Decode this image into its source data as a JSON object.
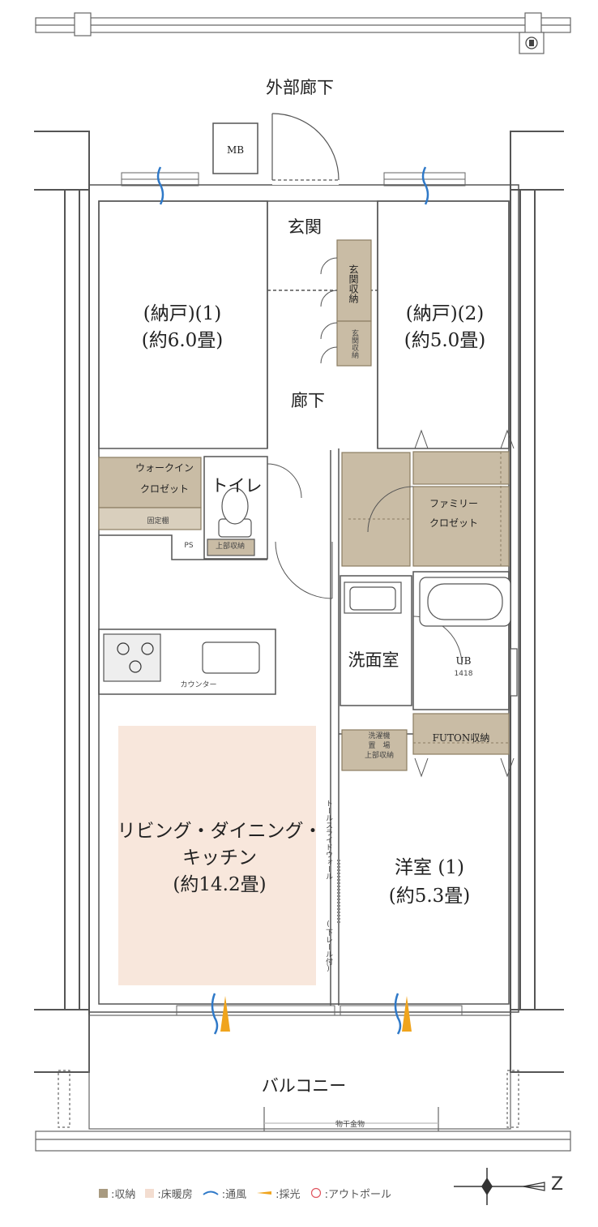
{
  "rooms": {
    "corridor_outside": "外部廊下",
    "mb": "MB",
    "entrance": "玄関",
    "entrance_storage_1": "玄関収納",
    "entrance_storage_2": "玄関収納",
    "storage_room_1_name": "(納戸)(1)",
    "storage_room_1_size": "(約6.0畳)",
    "storage_room_2_name": "(納戸)(2)",
    "storage_room_2_size": "(約5.0畳)",
    "hallway": "廊下",
    "walk_in_closet_1": "ウォークイン",
    "walk_in_closet_2": "クロゼット",
    "fixed_shelf": "固定棚",
    "toilet": "トイレ",
    "ps": "PS",
    "upper_storage_toilet": "上部収納",
    "family_closet_1": "ファミリー",
    "family_closet_2": "クロゼット",
    "washroom": "洗面室",
    "ub": "UB",
    "ub_size": "1418",
    "laundry_1": "洗濯機",
    "laundry_2": "置　場",
    "laundry_3": "上部収納",
    "futon_storage": "FUTON収納",
    "counter": "カウンター",
    "ldk_1": "リビング・ダイニング・",
    "ldk_2": "キッチン",
    "ldk_size": "(約14.2畳)",
    "tall_slide_wall": "トールスライドウォール",
    "with_rail": "(下レール付)",
    "western_room_name": "洋室 (1)",
    "western_room_size": "(約5.3畳)",
    "balcony": "バルコニー",
    "laundry_pole": "物干金物"
  },
  "legend": [
    {
      "label": ":収納",
      "color": "#a89a80"
    },
    {
      "label": ":床暖房",
      "color": "#f3ddd0"
    },
    {
      "label": ":通風",
      "color": "#2f79c8"
    },
    {
      "label": ":採光",
      "color": "#f0a41c"
    },
    {
      "label": ":アウトポール",
      "color": "#e0555f"
    }
  ],
  "compass": "Z",
  "colors": {
    "storage": "#c9bca5",
    "storage_line": "#8b7d62",
    "floor_heating": "#f8e7dc",
    "wall": "#555555"
  }
}
